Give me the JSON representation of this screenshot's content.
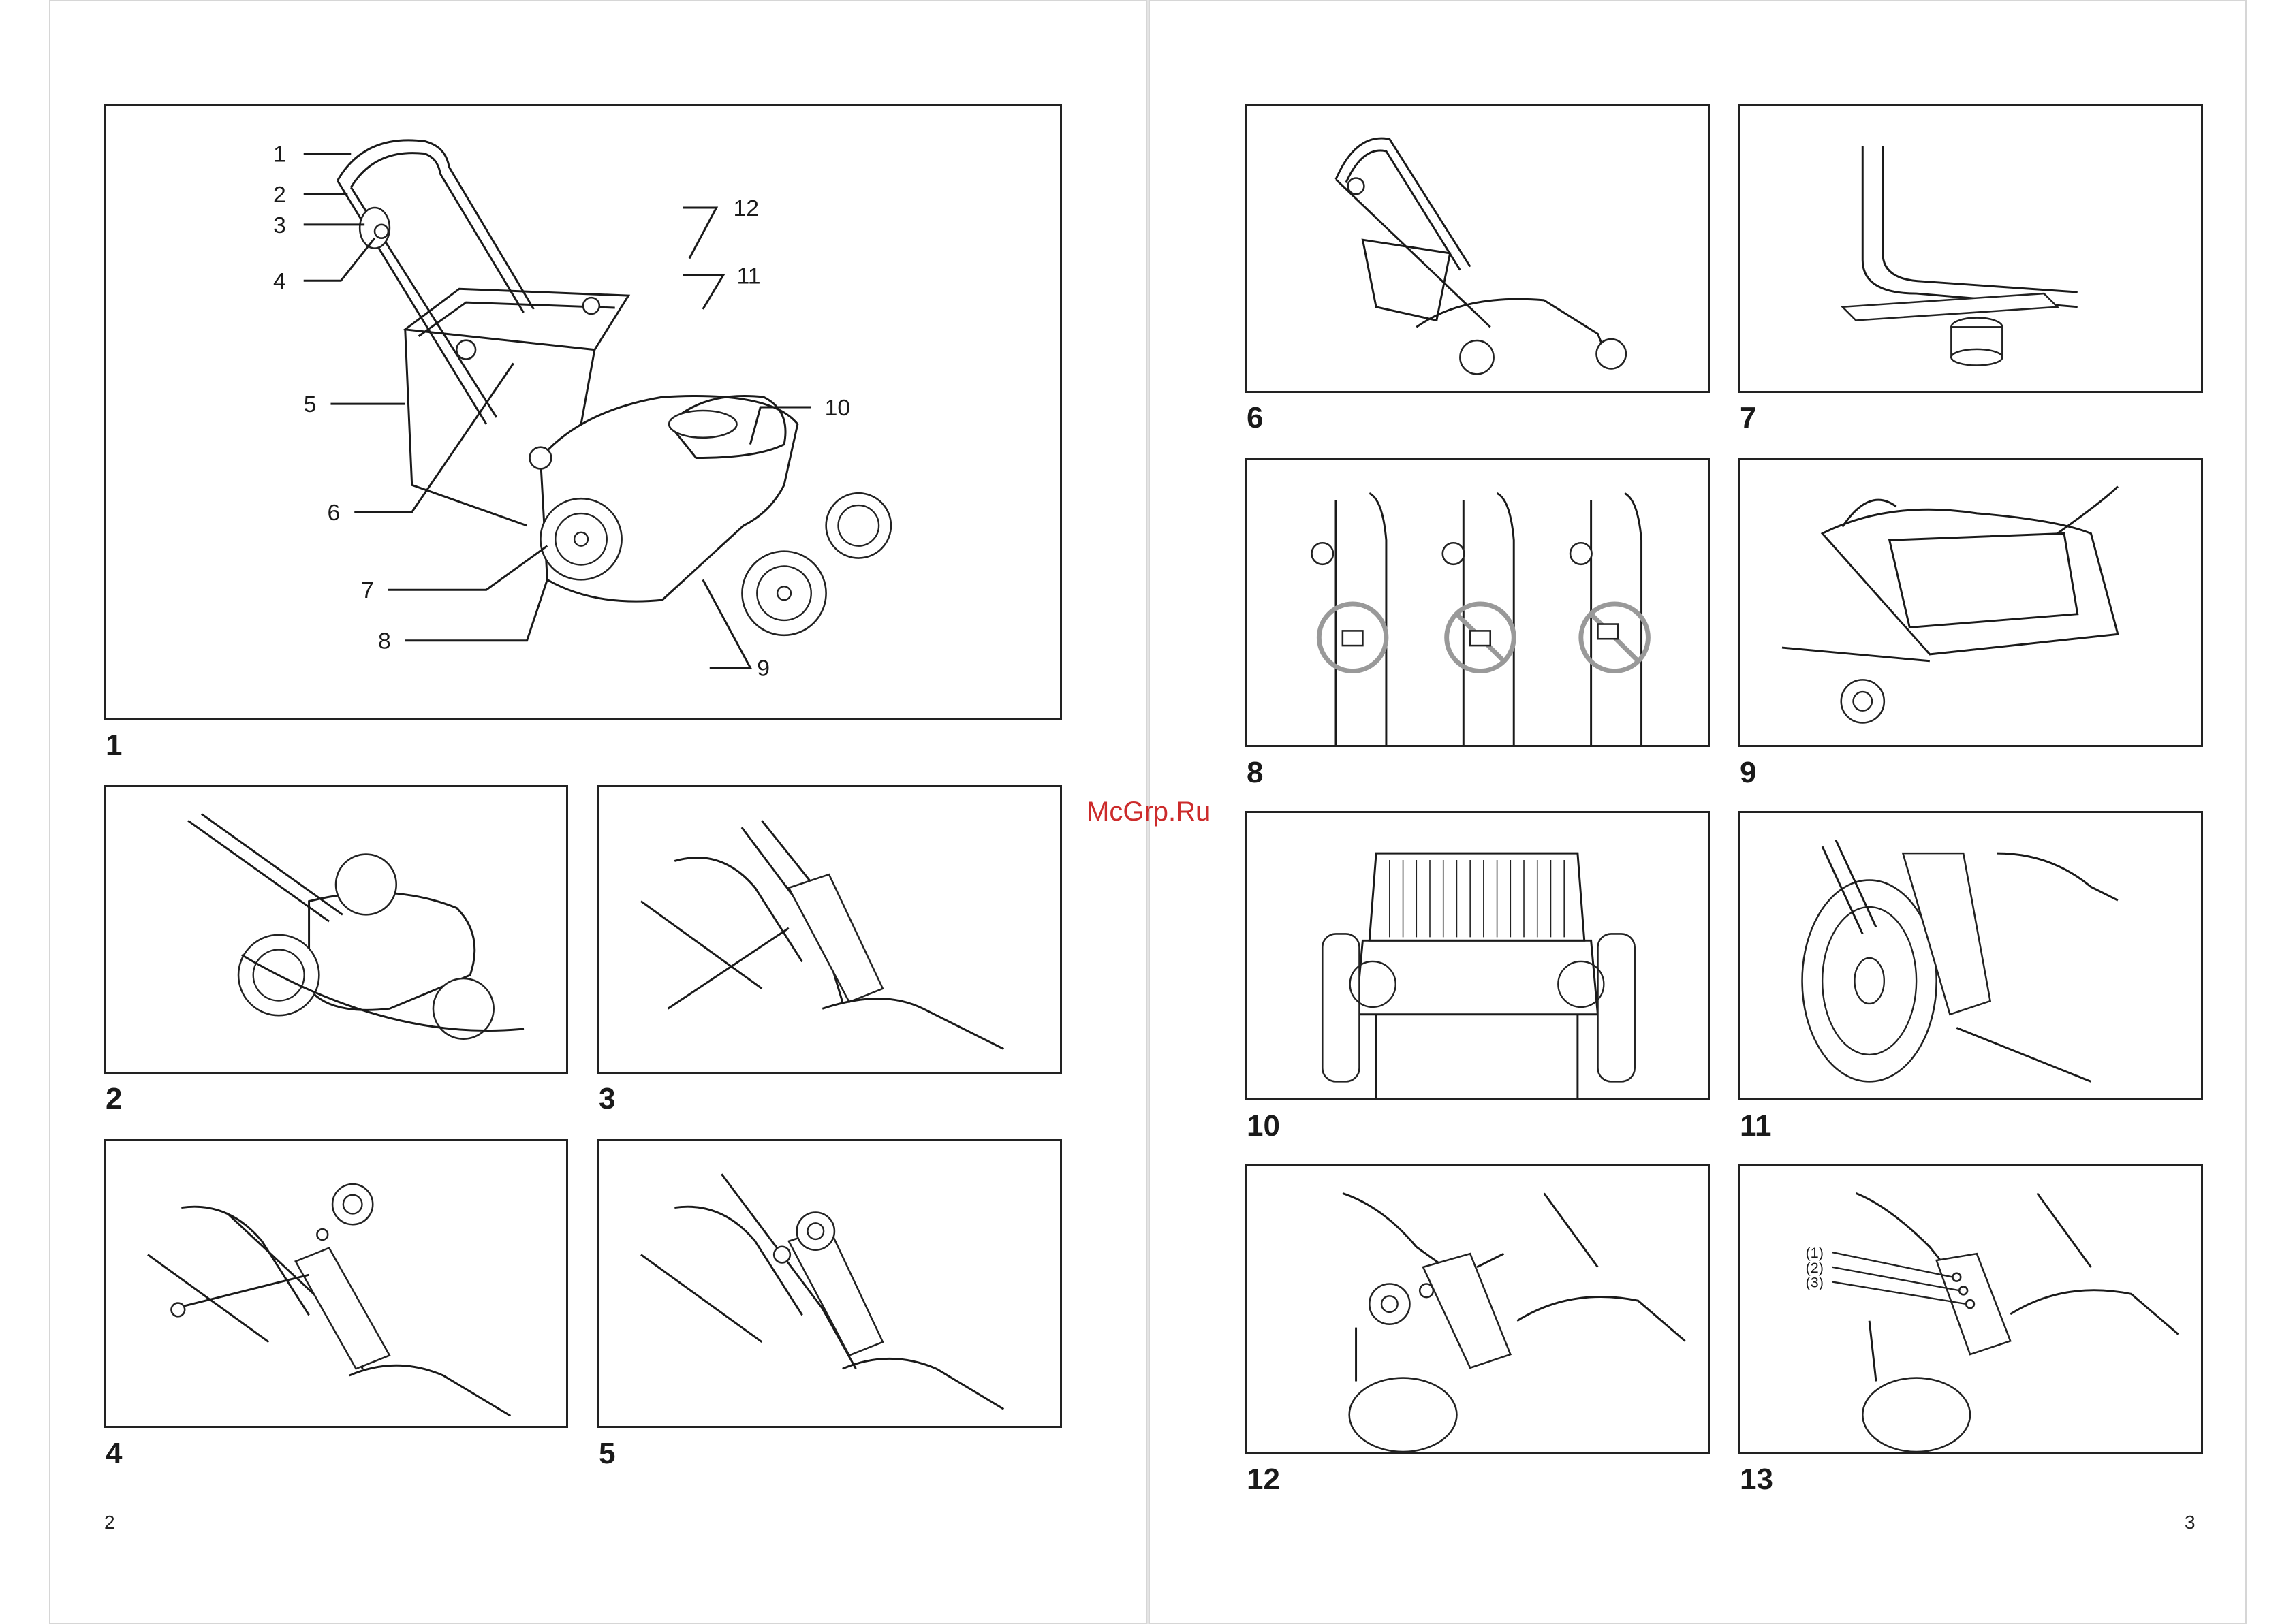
{
  "watermark": "McGrp.Ru",
  "page_left": {
    "number": "2"
  },
  "page_right": {
    "number": "3"
  },
  "figures": {
    "f1": "1",
    "f2": "2",
    "f3": "3",
    "f4": "4",
    "f5": "5",
    "f6": "6",
    "f7": "7",
    "f8": "8",
    "f9": "9",
    "f10": "10",
    "f11": "11",
    "f12": "12",
    "f13": "13"
  },
  "callouts_fig1": [
    "1",
    "2",
    "3",
    "4",
    "5",
    "6",
    "7",
    "8",
    "9",
    "10",
    "11",
    "12"
  ],
  "callouts_fig13": [
    "(1)",
    "(2)",
    "(3)"
  ]
}
